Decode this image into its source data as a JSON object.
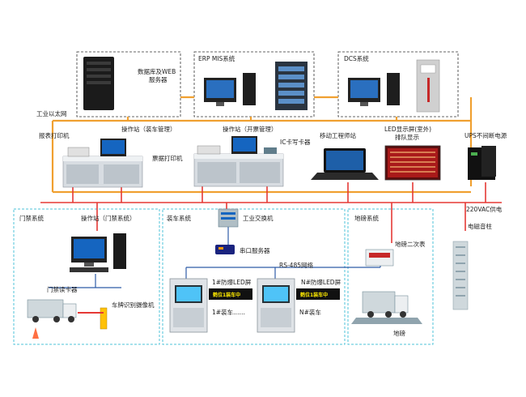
{
  "top_systems": {
    "db_server": "数据库及WEB\n服务器",
    "erp": "ERP MIS系统",
    "dcs": "DCS系统"
  },
  "network": {
    "ethernet": "工业以太网",
    "rs485": "RS-485网络",
    "power": "220VAC供电"
  },
  "control_room": {
    "report_printer": "报表打印机",
    "op_station_load": "操作站（装车管理）",
    "op_station_ticket": "操作站（开票管理）",
    "ticket_printer": "票据打印机",
    "ic_card": "IC卡写卡器",
    "mobile_station": "移动工程师站",
    "led_screen": "LED显示屏(室外)\n排队显示",
    "ups": "UPS不间断电源"
  },
  "gate_system": {
    "title": "门禁系统",
    "op_station": "操作站（门禁系统）",
    "card_reader": "门禁读卡器",
    "plate_recognition": "车牌识别摄像机"
  },
  "loading_system": {
    "title": "装车系统",
    "switch": "工业交换机",
    "serial_server": "串口服务器",
    "led_1": "1#防爆LED屏",
    "led_n": "N#防爆LED屏",
    "bay_1": "1#装车",
    "bay_n": "N#装车",
    "dots": "……",
    "led_text": "鹤位1装车中"
  },
  "weighbridge": {
    "title": "地磅系统",
    "meter": "地磅二次表",
    "scale": "地磅",
    "column": "电磁音柱"
  },
  "colors": {
    "ethernet_line": "#f0a030",
    "red_line": "#e53935",
    "blue_line": "#2e5ca8",
    "dash_box": "#4fc3d9"
  }
}
